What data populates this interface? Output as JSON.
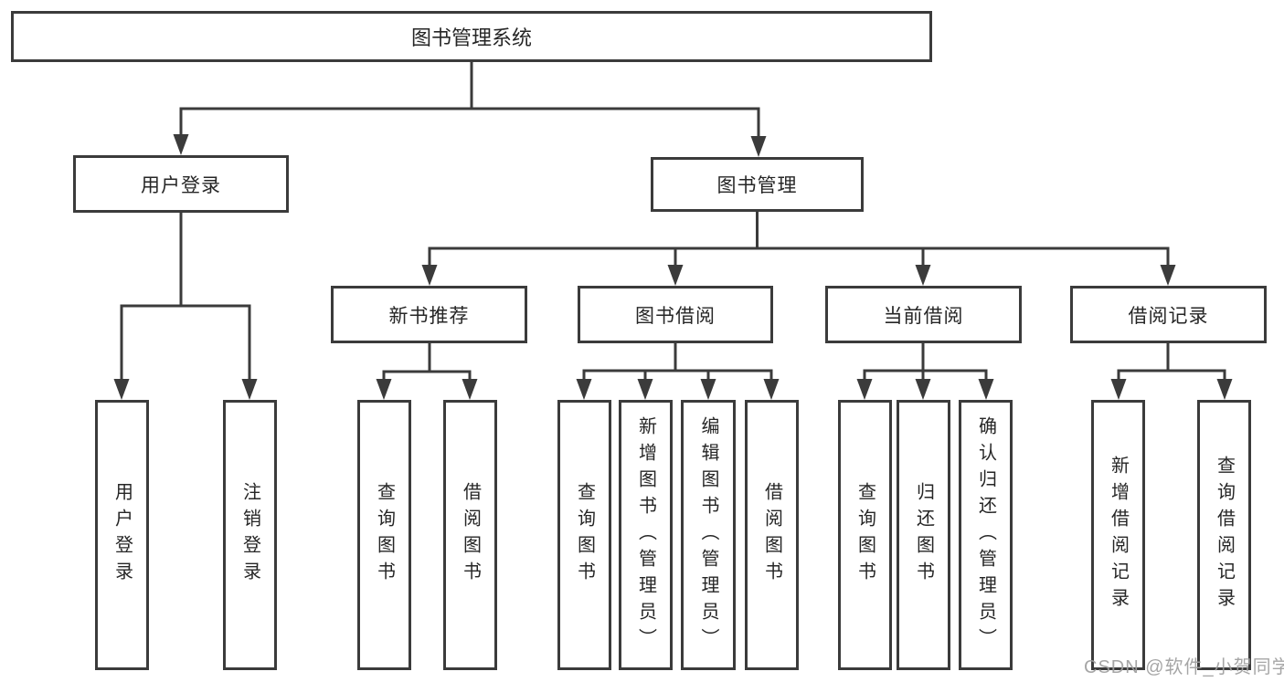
{
  "colors": {
    "line": "#3b3b3b",
    "text": "#262626",
    "watermark": "#9f9f9f",
    "background": "#ffffff"
  },
  "watermark": "CSDN @软件_小贺同学",
  "tree": {
    "root": "图书管理系统",
    "login": {
      "label": "用户登录",
      "children": [
        "用户登录",
        "注销登录"
      ]
    },
    "management": {
      "label": "图书管理",
      "modules": [
        {
          "label": "新书推荐",
          "children": [
            "查询图书",
            "借阅图书"
          ]
        },
        {
          "label": "图书借阅",
          "children": [
            "查询图书",
            "新增图书（管理员）",
            "编辑图书（管理员）",
            "借阅图书"
          ]
        },
        {
          "label": "当前借阅",
          "children": [
            "查询图书",
            "归还图书",
            "确认归还（管理员）"
          ]
        },
        {
          "label": "借阅记录",
          "children": [
            "新增借阅记录",
            "查询借阅记录"
          ]
        }
      ]
    }
  }
}
